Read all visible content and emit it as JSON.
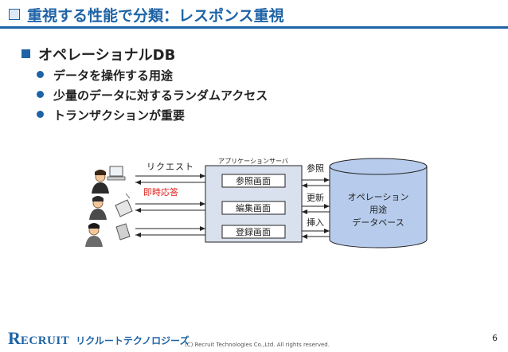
{
  "header": {
    "title": "重視する性能で分類：レスポンス重視"
  },
  "main_bullet": "オペレーショナルDB",
  "sub_bullets": [
    "データを操作する用途",
    "少量のデータに対するランダムアクセス",
    "トランザクションが重要"
  ],
  "diagram": {
    "request_label": "リクエスト",
    "response_label": "即時応答",
    "app_server_label": "アプリケーションサーバ",
    "screens": [
      "参照画面",
      "編集画面",
      "登録画面"
    ],
    "db_ops": [
      "参照",
      "更新",
      "挿入"
    ],
    "database_label": [
      "オペレーション",
      "用途",
      "データベース"
    ],
    "colors": {
      "response": "#e0201b",
      "app_box": "#d9e1ef",
      "db": "#b7ccec",
      "accent": "#1e63a6"
    }
  },
  "footer": {
    "logo_initial": "R",
    "logo_rest": "ECRUIT",
    "logo_kana": "リクルートテクノロジーズ",
    "copyright": "(C) Recruit Technologies Co.,Ltd. All rights reserved.",
    "page_number": "6"
  }
}
